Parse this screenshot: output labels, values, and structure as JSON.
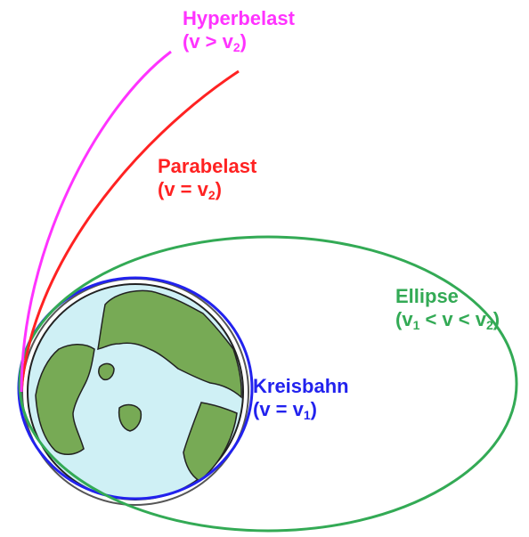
{
  "colors": {
    "hyperbola": "#ff33ff",
    "parabola": "#ff2222",
    "ellipse": "#33aa55",
    "circle": "#2222ee",
    "earth_land": "#77aa55",
    "earth_ocean": "#cff0f5",
    "outline": "#222222"
  },
  "labels": {
    "hyperbola": {
      "name": "Hyperbelast",
      "cond_open": "(v > v",
      "cond_sub": "2",
      "cond_close": ")"
    },
    "parabola": {
      "name": "Parabelast",
      "cond_open": "(v = v",
      "cond_sub": "2",
      "cond_close": ")"
    },
    "ellipse": {
      "name": "Ellipse",
      "cond_open": "(v",
      "cond_sub1": "1",
      "cond_mid": " < v < v",
      "cond_sub2": "2",
      "cond_close": ")"
    },
    "circle": {
      "name": "Kreisbahn",
      "cond_open": "(v = v",
      "cond_sub": "1",
      "cond_close": ")"
    }
  }
}
